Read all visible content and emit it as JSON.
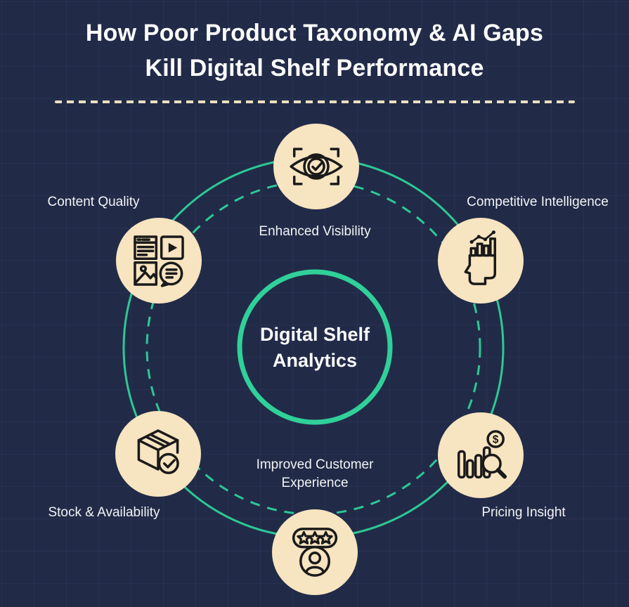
{
  "title": {
    "line1": "How Poor Product Taxonomy & AI Gaps",
    "line2": "Kill Digital Shelf Performance"
  },
  "center": {
    "line1": "Digital Shelf",
    "line2": "Analytics"
  },
  "nodes": {
    "visibility": {
      "label": "Enhanced Visibility",
      "icon": "eye-scan-icon"
    },
    "competitive": {
      "label": "Competitive Intelligence",
      "icon": "head-analytics-icon"
    },
    "pricing": {
      "label": "Pricing Insight",
      "icon": "bar-chart-magnifier-dollar-icon"
    },
    "customer": {
      "label_line1": "Improved Customer",
      "label_line2": "Experience",
      "icon": "customer-rating-icon"
    },
    "stock": {
      "label": "Stock & Availability",
      "icon": "package-check-icon"
    },
    "content": {
      "label": "Content Quality",
      "icon": "content-media-icon"
    }
  },
  "pricing_icon": {
    "dollar_symbol": "$"
  },
  "colors": {
    "background": "#212b48",
    "accent_teal": "#2ec795",
    "center_ring_teal": "#30d099",
    "node_fill": "#f7e4c0",
    "icon_stroke": "#1a1a1a",
    "title_text": "#fcfcfd",
    "divider_dash": "#eadfc0"
  }
}
